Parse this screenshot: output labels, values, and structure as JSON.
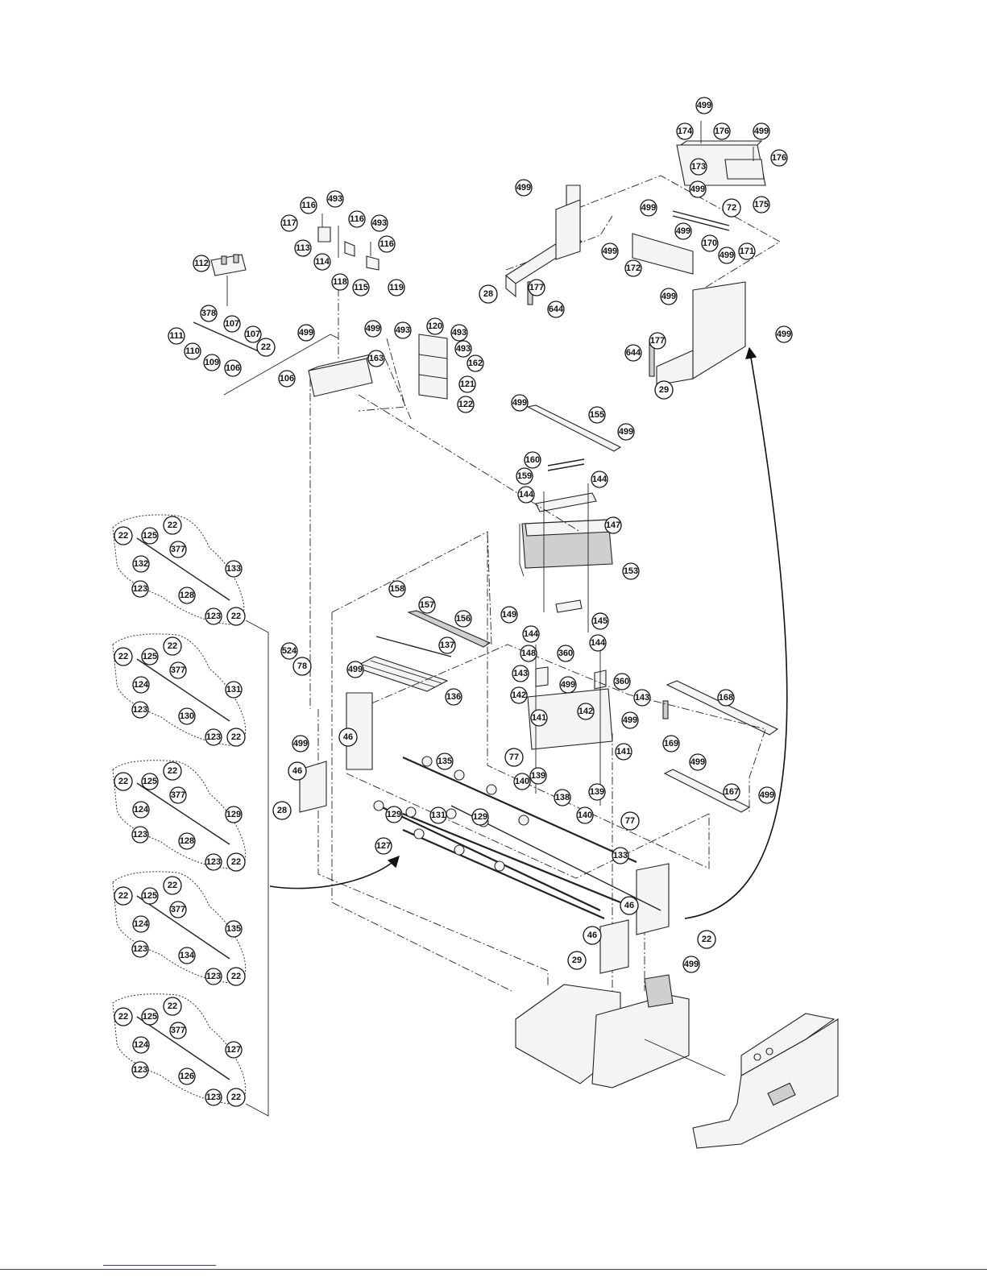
{
  "callouts": {
    "c499_top1": "499",
    "c176_a": "176",
    "c174": "174",
    "c499_top2": "499",
    "c176_b": "176",
    "c173": "173",
    "c499_top3": "499",
    "c72": "72",
    "c175": "175",
    "c499_l1": "499",
    "c499_l2": "499",
    "c499_l3": "499",
    "c170": "170",
    "c499_l4": "499",
    "c171": "171",
    "c499_l5": "499",
    "c172": "172",
    "c499_l6": "499",
    "c28_top": "28",
    "c177_a": "177",
    "c644_a": "644",
    "c499_r1": "499",
    "c644_b": "644",
    "c177_b": "177",
    "c29_top": "29",
    "c116_a": "116",
    "c493_a": "493",
    "c117": "117",
    "c116_b": "116",
    "c493_b": "493",
    "c113": "113",
    "c114": "114",
    "c116_c": "116",
    "c118": "118",
    "c115": "115",
    "c119": "119",
    "c112": "112",
    "c378": "378",
    "c111": "111",
    "c107_a": "107",
    "c107_b": "107",
    "c110": "110",
    "c109": "109",
    "c106_a": "106",
    "c22_a": "22",
    "c499_m1": "499",
    "c499_m2": "499",
    "c163": "163",
    "c106_b": "106",
    "c493_c": "493",
    "c120": "120",
    "c493_d": "493",
    "c493_e": "493",
    "c162": "162",
    "c121": "121",
    "c122": "122",
    "c499_s1": "499",
    "c155": "155",
    "c499_s2": "499",
    "c160": "160",
    "c159": "159",
    "c144_a": "144",
    "c144_b": "144",
    "c147": "147",
    "c153": "153",
    "c158": "158",
    "c157": "157",
    "c156": "156",
    "c149": "149",
    "c145": "145",
    "c144_c": "144",
    "c144_d": "144",
    "c148": "148",
    "c360_a": "360",
    "c143_a": "143",
    "c499_s3": "499",
    "c142_a": "142",
    "c360_b": "360",
    "c143_b": "143",
    "c141_a": "141",
    "c142_b": "142",
    "c499_s4": "499",
    "c141_b": "141",
    "c524": "524",
    "c78": "78",
    "c499_g1": "499",
    "c137": "137",
    "c136": "136",
    "c168": "168",
    "c169": "169",
    "c499_g2": "499",
    "c46_a": "46",
    "c46_b": "46",
    "c28_mid": "28",
    "c135_main": "135",
    "c77_a": "77",
    "c139_a": "139",
    "c140_a": "140",
    "c138": "138",
    "c139_b": "139",
    "c140_b": "140",
    "c77_b": "77",
    "c499_h1": "499",
    "c167": "167",
    "c499_h2": "499",
    "c129_a": "129",
    "c131_main": "131",
    "c129_b": "129",
    "c127_main": "127",
    "c133_main": "133",
    "c46_c": "46",
    "c46_d": "46",
    "c22_b": "22",
    "c29_mid": "29",
    "c499_h3": "499",
    "g1": {
      "a": "22",
      "b": "125",
      "c": "22",
      "d": "377",
      "e": "132",
      "f": "123",
      "g": "128",
      "h": "133",
      "i": "123",
      "j": "22"
    },
    "g2": {
      "a": "22",
      "b": "125",
      "c": "22",
      "d": "377",
      "e": "124",
      "f": "123",
      "g": "130",
      "h": "131",
      "i": "123",
      "j": "22"
    },
    "g3": {
      "a": "22",
      "b": "125",
      "c": "22",
      "d": "377",
      "e": "124",
      "f": "123",
      "g": "128",
      "h": "129",
      "i": "123",
      "j": "22"
    },
    "g4": {
      "a": "22",
      "b": "125",
      "c": "22",
      "d": "377",
      "e": "124",
      "f": "123",
      "g": "134",
      "h": "135",
      "i": "123",
      "j": "22"
    },
    "g5": {
      "a": "22",
      "b": "125",
      "c": "22",
      "d": "377",
      "e": "124",
      "f": "123",
      "g": "126",
      "h": "127",
      "i": "123",
      "j": "22"
    }
  }
}
